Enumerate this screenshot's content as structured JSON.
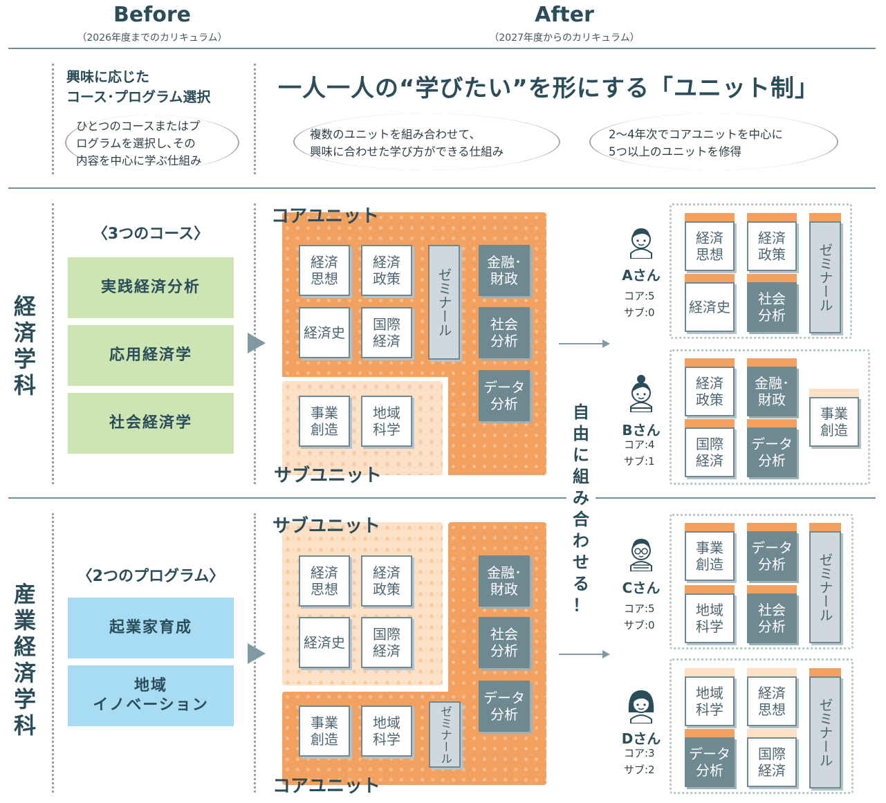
{
  "header": {
    "before_title": "Before",
    "before_sub": "（2026年度までのカリキュラム）",
    "after_title": "After",
    "after_sub": "（2027年度からのカリキュラム）"
  },
  "intro": {
    "before_head_1": "興味に応じた",
    "before_head_2": "コース･プログラム選択",
    "before_text_1": "ひとつのコースまたはプ",
    "before_text_2": "ログラムを選択し､その",
    "before_text_3": "内容を中心に学ぶ仕組み",
    "after_head": "一人一人の“学びたい”を形にする「ユニット制」",
    "after_text1_1": "複数のユニットを組み合わせて､",
    "after_text1_2": "興味に合わせた学び方ができる仕組み",
    "after_text2_1": "2～4年次でコアユニットを中心に",
    "after_text2_2": "5つ以上のユニットを修得"
  },
  "econ": {
    "dept": [
      "経",
      "済",
      "学",
      "科"
    ],
    "courses_head": "〈3つのコース〉",
    "courses": [
      "実践経済分析",
      "応用経済学",
      "社会経済学"
    ],
    "core_label": "コアユニット",
    "sub_label": "サブユニット"
  },
  "ind": {
    "dept": [
      "産",
      "業",
      "経",
      "済",
      "学",
      "科"
    ],
    "programs_head": "〈2つのプログラム〉",
    "program1": "起業家育成",
    "program2_1": "地域",
    "program2_2": "イノベーション",
    "sub_label": "サブユニット",
    "core_label": "コアユニット"
  },
  "units": {
    "shiso_1": "経済",
    "shiso_2": "思想",
    "seisaku_1": "経済",
    "seisaku_2": "政策",
    "shi": "経済史",
    "kokusai_1": "国際",
    "kokusai_2": "経済",
    "kinyu_1": "金融･",
    "kinyu_2": "財政",
    "shakai_1": "社会",
    "shakai_2": "分析",
    "data_1": "データ",
    "data_2": "分析",
    "jigyo_1": "事業",
    "jigyo_2": "創造",
    "chiiki_1": "地域",
    "chiiki_2": "科学",
    "seminar": "ゼミナール"
  },
  "freely": [
    "自",
    "由",
    "に",
    "組",
    "み",
    "合",
    "わ",
    "せ",
    "る",
    "！"
  ],
  "students": [
    {
      "name": "Aさん",
      "core": "コア:5",
      "sub": "サブ:0"
    },
    {
      "name": "Bさん",
      "core": "コア:4",
      "sub": "サブ:1"
    },
    {
      "name": "Cさん",
      "core": "コア:5",
      "sub": "サブ:0"
    },
    {
      "name": "Dさん",
      "core": "コア:3",
      "sub": "サブ:2"
    }
  ],
  "colors": {
    "core_orange": "#f3a161",
    "sub_peach": "#fde1c6",
    "course_green": "#cde4b3",
    "program_blue": "#a7dcf3",
    "unit_slate": "#6f8993",
    "heading_navy": "#2b4d5a"
  }
}
